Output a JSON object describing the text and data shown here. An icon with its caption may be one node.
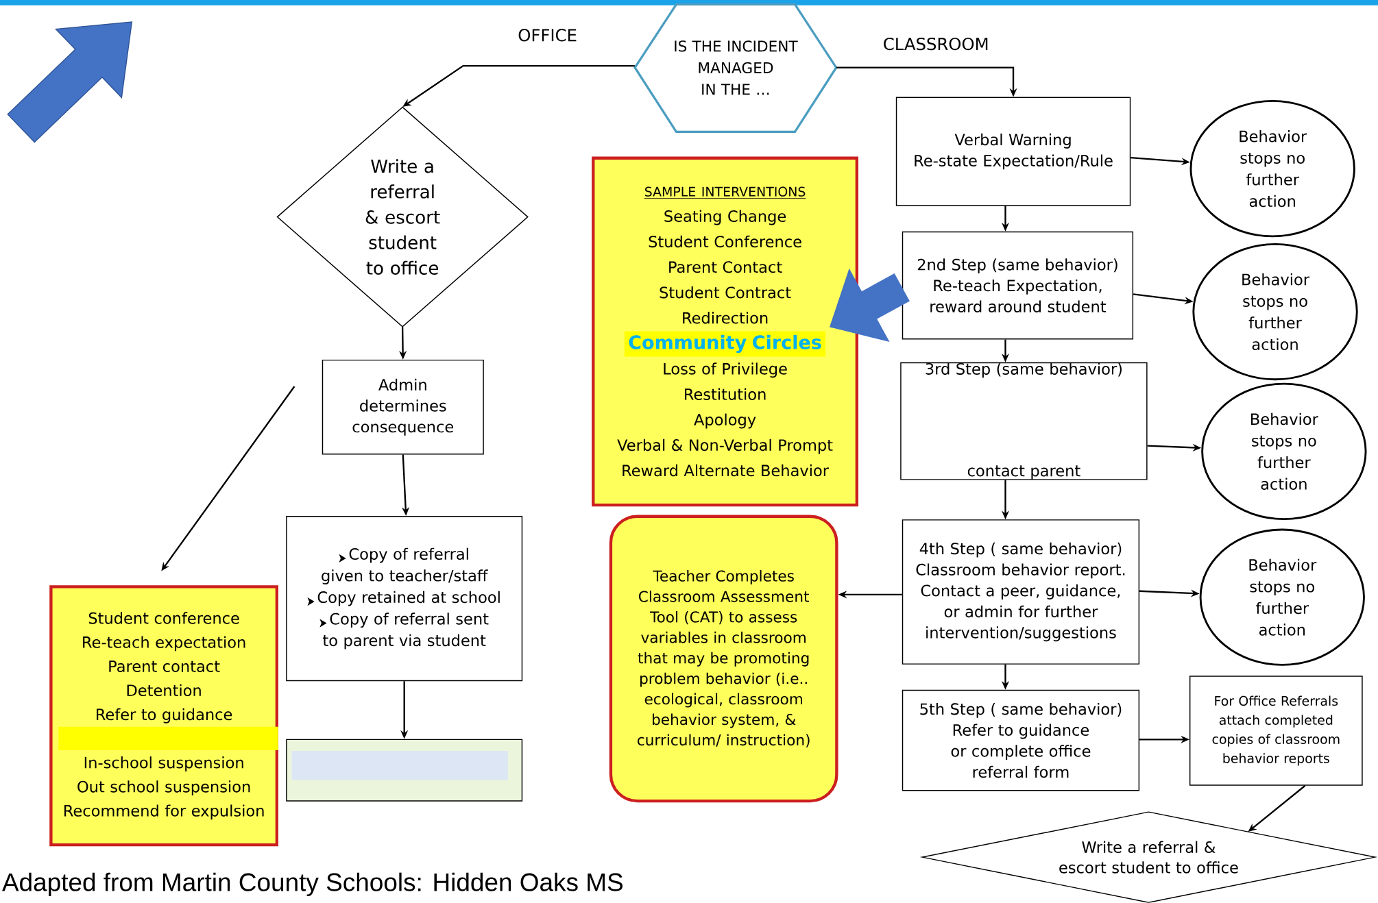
{
  "diagram": {
    "caption": "Adapted from Martin County Schools: Hidden Oaks MS",
    "nodes": [
      {
        "text": [
          "IS THE INCIDENT MANAGED IN THE …"
        ]
      },
      {
        "text": [
          "Write a referral & escort student to office"
        ]
      },
      {
        "text": [
          "SAMPLE INTERVENTIONS",
          "Seating Change",
          "Student Conference",
          "Parent Contact",
          "Student Contract",
          "Redirection",
          "Community Circles",
          "Loss of Privilege",
          "Restitution",
          "Apology",
          "Verbal & Non-Verbal Prompt",
          "Reward Alternate Behavior"
        ]
      },
      {
        "text": [
          "Verbal Warning",
          "Re-state Expectation/Rule"
        ]
      },
      {
        "text": [
          "Behavior stops no further action"
        ]
      },
      {
        "text": [
          "Admin determines consequence"
        ]
      },
      {
        "text": [
          "2nd Step (same behavior)",
          "Re-teach Expectation, reward around student"
        ]
      },
      {
        "text": [
          "Behavior stops no further action"
        ]
      },
      {
        "text": [
          "3rd Step (same behavior)",
          "contact parent"
        ]
      },
      {
        "text": [
          "Behavior stops no further action"
        ]
      },
      {
        "text": [
          "Student conference",
          "Re-teach expectation",
          "Parent contact",
          "Detention",
          "Refer to guidance",
          "In-school suspension",
          "Out school suspension",
          "Recommend for expulsion"
        ]
      },
      {
        "text": [
          "Copy of referral given to teacher/staff",
          "Copy retained at school",
          "Copy of referral sent to parent via student"
        ]
      },
      {
        "text": [
          "Teacher Completes Classroom Assessment Tool (CAT) to assess variables in classroom that may be promoting problem behavior (i.e.. ecological, classroom behavior system, & curriculum/ instruction)"
        ]
      },
      {
        "text": [
          "4th Step ( same behavior)",
          "Classroom behavior report. Contact a peer, guidance, or admin for further intervention/suggestions"
        ]
      },
      {
        "text": [
          "Behavior stops no further action"
        ]
      },
      {
        "text": [],
        "shape": "box"
      },
      {
        "text": [
          "5th Step ( same behavior)",
          "Refer to guidance or complete office referral form"
        ]
      },
      {
        "text": [
          "For Office Referrals attach completed copies of classroom behavior reports"
        ]
      },
      {
        "text": [
          "Write a referral & escort student to office"
        ]
      }
    ],
    "edges": [
      {
        "from": 0,
        "to": 1,
        "arrow": "to",
        "label": "OFFICE"
      },
      {
        "from": 0,
        "to": 3,
        "arrow": "to",
        "label": "CLASSROOM"
      },
      {
        "from": 1,
        "to": 5,
        "arrow": "to"
      },
      {
        "from": 5,
        "to": 11,
        "arrow": "to"
      },
      {
        "from": 11,
        "to": 15,
        "arrow": "to"
      },
      {
        "from": null,
        "to": 10,
        "arrow": "to"
      },
      {
        "from": 3,
        "to": 6,
        "arrow": "to"
      },
      {
        "from": 6,
        "to": 8,
        "arrow": "to"
      },
      {
        "from": 8,
        "to": 13,
        "arrow": "to"
      },
      {
        "from": 13,
        "to": 16,
        "arrow": "to"
      },
      {
        "from": 3,
        "to": 4,
        "arrow": "to"
      },
      {
        "from": 6,
        "to": 7,
        "arrow": "to"
      },
      {
        "from": 8,
        "to": 9,
        "arrow": "to"
      },
      {
        "from": 13,
        "to": 14,
        "arrow": "to"
      },
      {
        "from": 16,
        "to": 17,
        "arrow": "to"
      },
      {
        "from": 13,
        "to": 12,
        "arrow": "to"
      },
      {
        "from": 17,
        "to": 18,
        "arrow": "to"
      },
      {
        "from": 6,
        "to": 2,
        "arrow": "to",
        "style": "thick",
        "color": "#4472c4"
      }
    ]
  }
}
